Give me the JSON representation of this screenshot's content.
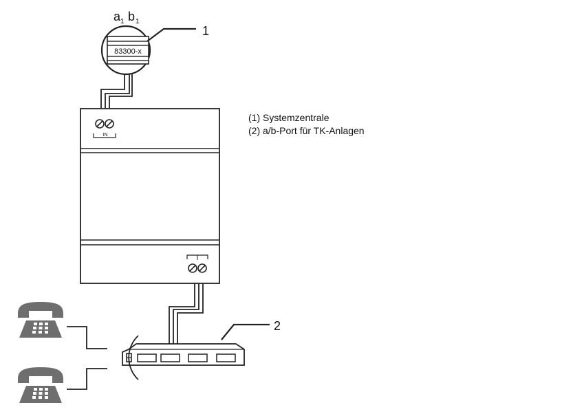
{
  "callouts": {
    "label_1": "1",
    "label_2": "2"
  },
  "top_module": {
    "terminal_a": "a",
    "terminal_a_sub": "1",
    "terminal_b": "b",
    "terminal_b_sub": "1",
    "display": "83300-x"
  },
  "central_unit": {
    "input_label": "IN"
  },
  "legend": {
    "item_1": "(1) Systemzentrale",
    "item_2": "(2) a/b-Port für TK-Anlagen"
  },
  "colors": {
    "line": "#222222",
    "phone": "#6e6e6e"
  },
  "icons": {
    "phone": "telephone-icon",
    "terminal": "screw-terminal-icon"
  }
}
